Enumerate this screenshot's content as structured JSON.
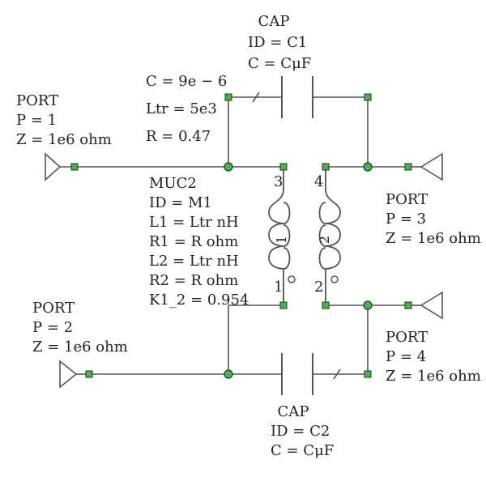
{
  "cap1": {
    "type": "CAP",
    "id": "ID = C1",
    "value": "C = CμF"
  },
  "cap2": {
    "type": "CAP",
    "id": "ID = C2",
    "value": "C = CμF"
  },
  "variables": {
    "c": "C = 9e − 6",
    "ltr": "Ltr = 5e3",
    "r": "R = 0.47"
  },
  "port1": {
    "type": "PORT",
    "p": "P = 1",
    "z": "Z = 1e6 ohm"
  },
  "port2": {
    "type": "PORT",
    "p": "P = 2",
    "z": "Z = 1e6 ohm"
  },
  "port3": {
    "type": "PORT",
    "p": "P = 3",
    "z": "Z = 1e6 ohm"
  },
  "port4": {
    "type": "PORT",
    "p": "P = 4",
    "z": "Z = 1e6 ohm"
  },
  "muc": {
    "type": "MUC2",
    "id": "ID = M1",
    "l1": "L1 = Ltr nH",
    "r1": "R1 = R ohm",
    "l2": "L2 = Ltr nH",
    "r2": "R2 = R ohm",
    "k": "K1_2 = 0.954"
  },
  "pins": {
    "p1": "1",
    "p2": "2",
    "p3": "3",
    "p4": "4"
  },
  "windings": {
    "w1": "1",
    "w2": "2"
  }
}
